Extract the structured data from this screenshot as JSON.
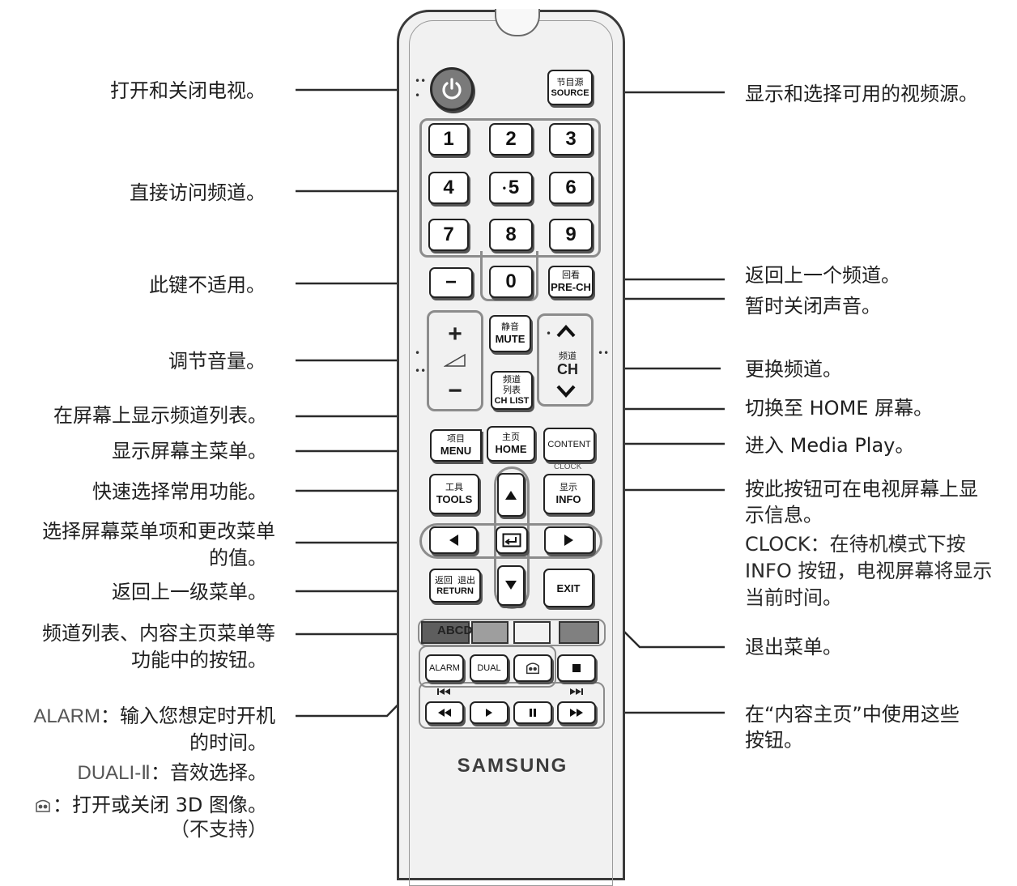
{
  "left_labels": {
    "power": "打开和关闭电视。",
    "numbers": "直接访问频道。",
    "dash": "此键不适用。",
    "volume": "调节音量。",
    "chlist": "在屏幕上显示频道列表。",
    "menu": "显示屏幕主菜单。",
    "tools": "快速选择常用功能。",
    "nav_line1": "选择屏幕菜单项和更改菜单",
    "nav_line2": "的值。",
    "return": "返回上一级菜单。",
    "color_line1": "频道列表、内容主页菜单等",
    "color_line2": "功能中的按钮。",
    "alarm_term": "ALARM",
    "alarm_line1": "：输入您想定时开机",
    "alarm_line2": "的时间。",
    "dual_term": "DUALI-Ⅱ",
    "dual_text": "：音效选择。",
    "three_d_text": "：打开或关闭 3D 图像。",
    "three_d_note": "（不支持）"
  },
  "right_labels": {
    "source": "显示和选择可用的视频源。",
    "prech": "返回上一个频道。",
    "mute": "暂时关闭声音。",
    "channel": "更换频道。",
    "home": "切换至 HOME 屏幕。",
    "content": "进入 Media Play。",
    "info_line1": "按此按钮可在电视屏幕上显",
    "info_line2": "示信息。",
    "clock_line1": "CLOCK：在待机模式下按",
    "clock_line2": "INFO 按钮，电视屏幕将显示",
    "clock_line3": "当前时间。",
    "exit": "退出菜单。",
    "media": "在“内容主页”中使用这些",
    "media_line2": "按钮。"
  },
  "remote": {
    "source_cn": "节目源",
    "source_en": "SOURCE",
    "digits": [
      "1",
      "2",
      "3",
      "4",
      "5",
      "6",
      "7",
      "8",
      "9",
      "0"
    ],
    "dash": "−",
    "prech_cn": "回看",
    "prech_en": "PRE-CH",
    "vol_plus": "+",
    "vol_minus": "−",
    "mute_cn": "静音",
    "mute_en": "MUTE",
    "chlist_cn1": "频道",
    "chlist_cn2": "列表",
    "chlist_en": "CH LIST",
    "ch_cn": "频道",
    "ch_en": "CH",
    "menu_cn": "项目",
    "menu_en": "MENU",
    "home_cn": "主页",
    "home_en": "HOME",
    "content": "CONTENT",
    "clock": "CLOCK",
    "tools_cn": "工具",
    "tools_en": "TOOLS",
    "info_cn": "显示",
    "info_en": "INFO",
    "return_cn": "返回",
    "exit_cn": "退出",
    "return_en": "RETURN",
    "exit": "EXIT",
    "color_keys_label": "ABCD",
    "alarm": "ALARM",
    "dual": "DUAL",
    "brand": "SAMSUNG",
    "colors": {
      "red": "#5e5e5e",
      "green": "#9e9e9e",
      "yellow": "#f2f2f2",
      "blue": "#808080",
      "power": "#7a7a7a"
    },
    "icons": [
      "power-icon",
      "volume-ramp-icon",
      "chevron-up-icon",
      "chevron-down-icon",
      "arrow-up-icon",
      "arrow-down-icon",
      "arrow-left-icon",
      "arrow-right-icon",
      "enter-icon",
      "3d-icon",
      "stop-icon",
      "rewind-icon",
      "play-icon",
      "pause-icon",
      "fast-forward-icon",
      "skip-back-icon",
      "skip-forward-icon"
    ]
  }
}
